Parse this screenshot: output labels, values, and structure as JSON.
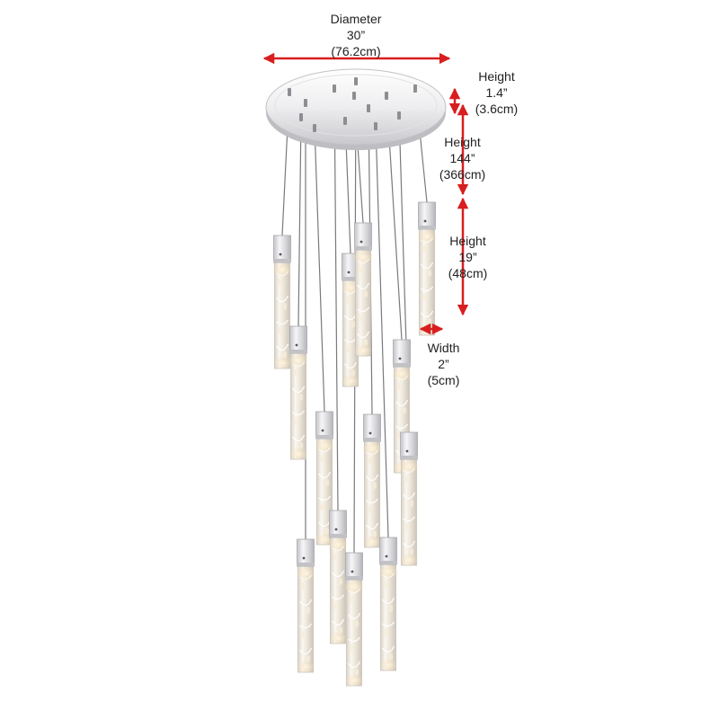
{
  "colors": {
    "arrow": "#d81e1e",
    "chrome": "#d9d9dc",
    "glass": "#e9e4dc",
    "glow": "#f4e3c4",
    "text": "#222222"
  },
  "dimensions": {
    "diameter": {
      "label": "Diameter",
      "imperial": "30”",
      "metric": "(76.2cm)"
    },
    "canopy_height": {
      "label": "Height",
      "imperial": "1.4”",
      "metric": "(3.6cm)"
    },
    "drop_height": {
      "label": "Height",
      "imperial": "144”",
      "metric": "(366cm)"
    },
    "pendant_height": {
      "label": "Height",
      "imperial": "19”",
      "metric": "(48cm)"
    },
    "pendant_width": {
      "label": "Width",
      "imperial": "2”",
      "metric": "(5cm)"
    }
  },
  "product": {
    "pendant_count": 13
  }
}
